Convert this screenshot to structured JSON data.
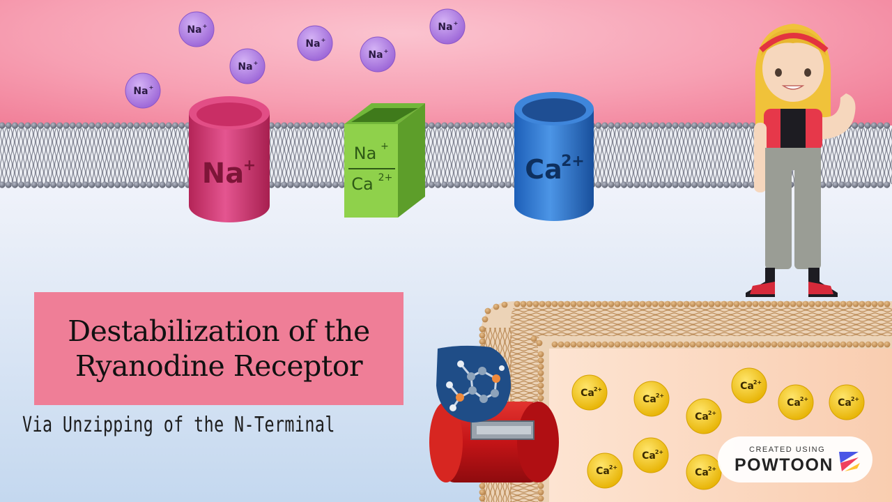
{
  "title": {
    "line1": "Destabilization of the",
    "line2": "Ryanodine Receptor"
  },
  "subtitle": "Via  Unzipping of the N-Terminal",
  "ions": {
    "sodium_label": "Na",
    "sodium_charge": "+",
    "calcium_label": "Ca",
    "calcium_charge": "2+"
  },
  "channels": {
    "sodium": {
      "label": "Na",
      "charge": "+"
    },
    "exchanger": {
      "top_label": "Na",
      "top_charge": "+",
      "bottom_label": "Ca",
      "bottom_charge": "2+"
    },
    "calcium": {
      "label": "Ca",
      "charge": "2+"
    }
  },
  "watermark": {
    "small": "CREATED USING",
    "big": "POWTOON"
  },
  "colors": {
    "background_top": "#f27f97",
    "background_bottom": "#c9dcf0",
    "title_box": "#ef7e97",
    "sodium_ion": "#b07fe0",
    "calcium_ion": "#f4c514",
    "sodium_channel": "#d63a72",
    "exchanger": "#8bcf45",
    "calcium_channel": "#2f7ad6",
    "sr_interior": "#fbd6bd",
    "ryanodine_receptor": "#c8151b"
  },
  "icons": [
    "sodium-ion-icon",
    "calcium-ion-icon",
    "molecule-icon",
    "person-illustration",
    "powtoon-logo-icon"
  ]
}
